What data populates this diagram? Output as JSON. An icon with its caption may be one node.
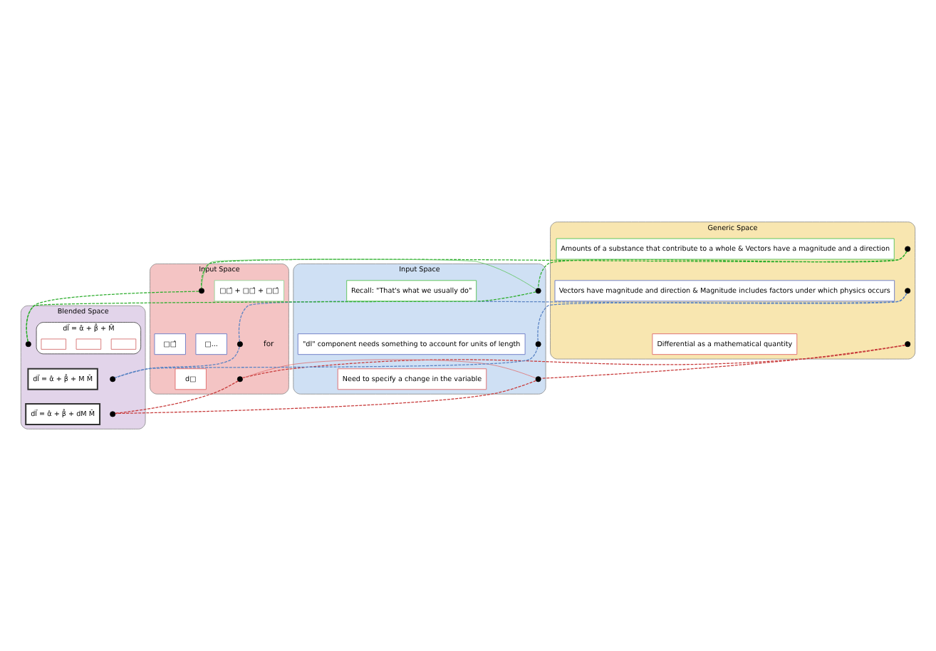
{
  "diagram": {
    "nodes": [
      {
        "text": [
          "Generic Space"
        ]
      },
      {
        "text": [],
        "shape": "circle",
        "in": 0
      },
      {
        "text": [
          "Amounts of a substance that contribute to a whole & Vectors have a magnitude and a direction"
        ],
        "in": 0
      },
      {
        "text": [],
        "shape": "circle",
        "in": 0
      },
      {
        "text": [
          "Vectors have magnitude and direction & Magnitude includes factors under which physics occurs"
        ],
        "in": 0
      },
      {
        "text": [],
        "shape": "circle",
        "in": 0
      },
      {
        "text": [
          "Differential as a mathematical quantity"
        ],
        "in": 0
      },
      {
        "text": [
          "Input Space"
        ]
      },
      {
        "text": [
          "□□̂ + □□̂ + □□̂"
        ],
        "in": 7
      },
      {
        "text": [],
        "shape": "circle",
        "in": 7
      },
      {
        "text": [
          "□..."
        ],
        "in": 7
      },
      {
        "text": [
          "□□̂"
        ],
        "in": 7
      },
      {
        "text": [],
        "shape": "circle",
        "in": 7
      },
      {
        "text": [
          "d□"
        ],
        "in": 7
      },
      {
        "text": [],
        "shape": "circle",
        "in": 7
      },
      {
        "text": [
          "Input Space"
        ]
      },
      {
        "text": [],
        "shape": "circle",
        "in": 15
      },
      {
        "text": [
          "Recall: \"That's what we usually do\""
        ],
        "in": 15
      },
      {
        "text": [],
        "shape": "circle",
        "in": 15
      },
      {
        "text": [
          "\"dl\" component needs something to account for units of length"
        ],
        "in": 15
      },
      {
        "text": [],
        "shape": "circle",
        "in": 15
      },
      {
        "text": [
          "Need to specify a change in the variable"
        ],
        "in": 15
      },
      {
        "text": [
          "Blended Space"
        ]
      },
      {
        "text": [],
        "shape": "circle",
        "in": 22
      },
      {
        "text": [
          "dl⃗ = α̂ + β̂ + M̂"
        ],
        "in": 22
      },
      {
        "text": [],
        "shape": "box",
        "in": 24
      },
      {
        "text": [],
        "shape": "box",
        "in": 24
      },
      {
        "text": [],
        "shape": "box",
        "in": 24
      },
      {
        "text": [],
        "shape": "circle",
        "in": 22
      },
      {
        "text": [
          "dl⃗ = α̂ + β̂ + M M̂"
        ],
        "in": 22
      },
      {
        "text": [],
        "shape": "circle",
        "in": 22
      },
      {
        "text": [
          "dl⃗ = α̂ + β̂ + dM M̂"
        ],
        "in": 22
      }
    ],
    "edges": [
      {
        "from": 1,
        "to": 9,
        "arrow": "none",
        "style": "dashed",
        "color": "#2fae2f"
      },
      {
        "from": 1,
        "to": 16,
        "arrow": "none",
        "style": "dashed",
        "color": "#2fae2f"
      },
      {
        "from": 9,
        "to": 23,
        "arrow": "none",
        "style": "dashed",
        "color": "#2fae2f"
      },
      {
        "from": 16,
        "to": 23,
        "arrow": "none",
        "style": "dashed",
        "color": "#2fae2f"
      },
      {
        "from": 9,
        "to": 16,
        "arrow": "none",
        "color": "#5cc45c"
      },
      {
        "from": 3,
        "to": 12,
        "arrow": "none",
        "style": "dashed",
        "color": "#5b84c4"
      },
      {
        "from": 3,
        "to": 18,
        "arrow": "none",
        "style": "dashed",
        "color": "#5b84c4"
      },
      {
        "from": 12,
        "to": 28,
        "arrow": "none",
        "style": "dashed",
        "color": "#5b84c4"
      },
      {
        "from": 18,
        "to": 28,
        "arrow": "none",
        "style": "dashed",
        "color": "#5b84c4"
      },
      {
        "from": 5,
        "to": 14,
        "arrow": "none",
        "style": "dashed",
        "color": "#c83c3c"
      },
      {
        "from": 5,
        "to": 20,
        "arrow": "none",
        "style": "dashed",
        "color": "#c83c3c"
      },
      {
        "from": 14,
        "to": 30,
        "arrow": "none",
        "style": "dashed",
        "color": "#c83c3c"
      },
      {
        "from": 20,
        "to": 30,
        "arrow": "none",
        "style": "dashed",
        "color": "#c83c3c"
      },
      {
        "from": 14,
        "to": 20,
        "arrow": "none",
        "color": "#e07070"
      }
    ],
    "labels": [
      "for"
    ]
  }
}
